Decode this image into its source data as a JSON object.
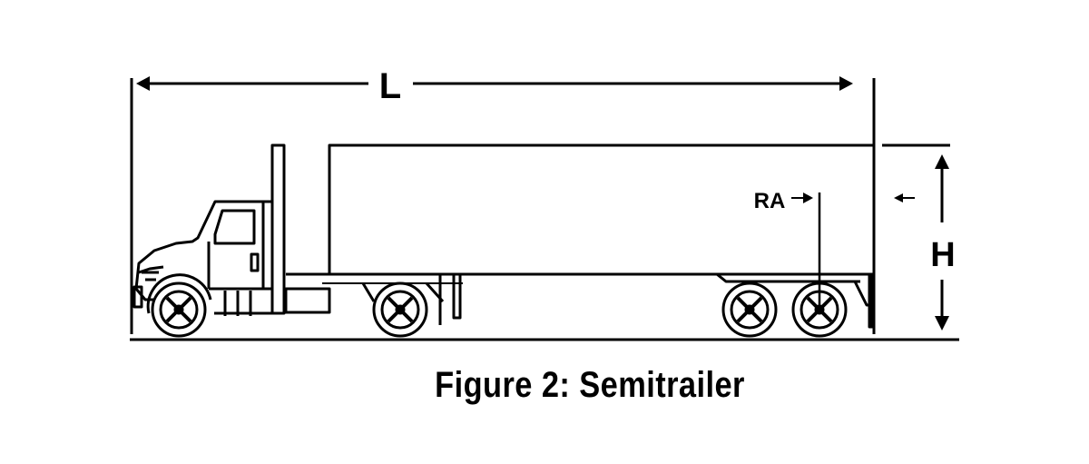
{
  "labels": {
    "length": "L",
    "height": "H",
    "rear_axle": "RA"
  },
  "caption": "Figure 2: Semitrailer",
  "colors": {
    "line": "#000000",
    "background": "#ffffff"
  }
}
